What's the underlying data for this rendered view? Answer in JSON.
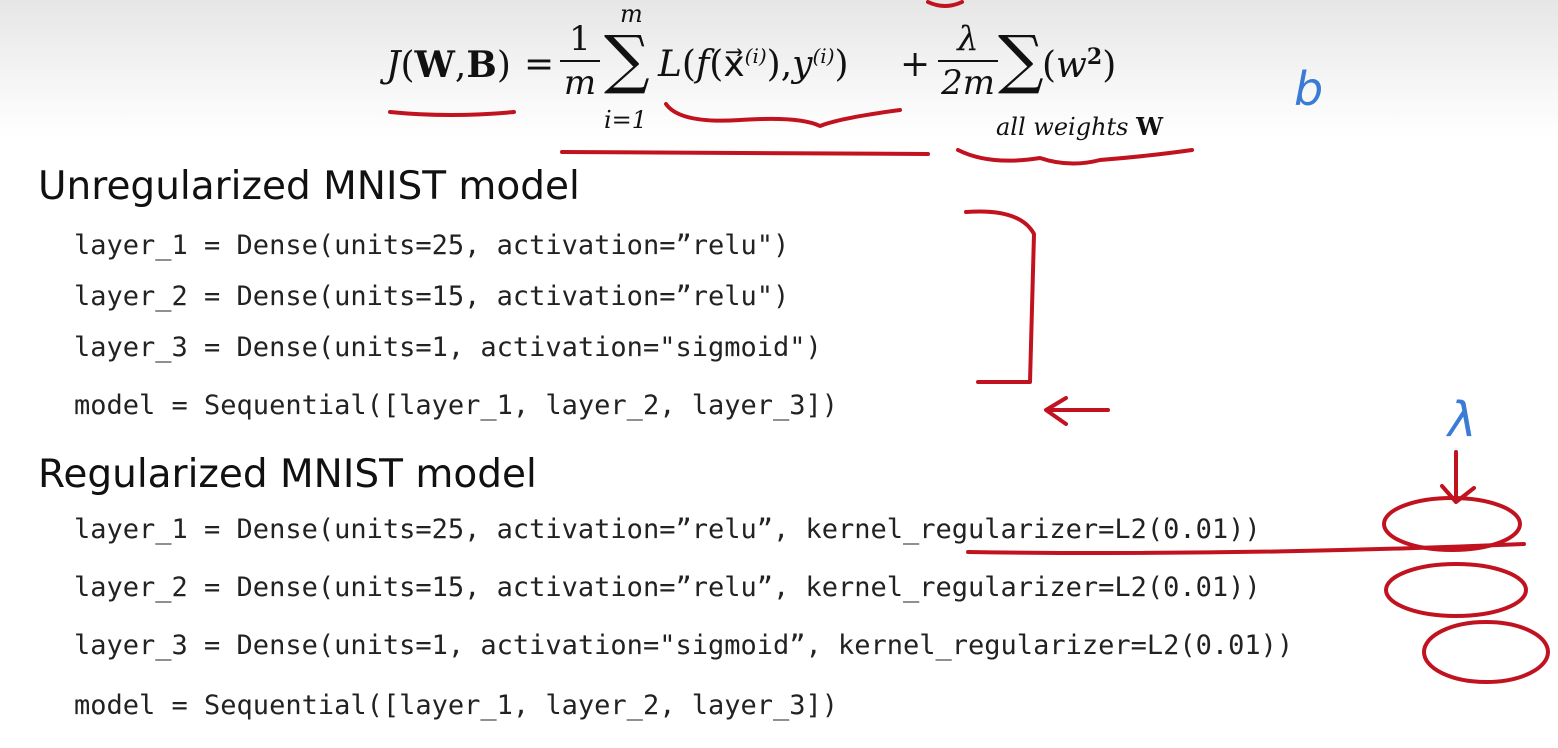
{
  "formula": {
    "lhs": "J(W,B)",
    "lhs_func": "J",
    "lhs_args_open": "(",
    "lhs_W": "W",
    "lhs_comma": ",",
    "lhs_B": "B",
    "lhs_args_close": ")",
    "equals": "=",
    "frac1_num": "1",
    "frac1_den": "m",
    "sum1_upper": "m",
    "sum1_lower": "i=1",
    "loss_term": "L(f(x⃗(i)), y(i))",
    "loss_L": "L",
    "loss_open": "(",
    "loss_f": "f",
    "loss_inner_open": "(",
    "loss_x": "x⃗",
    "loss_x_sup": "(i)",
    "loss_inner_close": ")",
    "loss_comma": ",",
    "loss_y": "y",
    "loss_y_sup": "(i)",
    "loss_close": ")",
    "plus": "+",
    "frac2_num": "λ",
    "frac2_den": "2m",
    "sum2_body_open": "(",
    "sum2_w": "w",
    "sum2_sup": "2",
    "sum2_body_close": ")",
    "sum2_lower": "all weights",
    "sum2_lower_bold": "W"
  },
  "annotations": {
    "b_note": "b",
    "lambda_note": "λ",
    "ink_color": "#c1121f",
    "note_color": "#3a7bd5"
  },
  "sections": {
    "unregularized": {
      "title": "Unregularized MNIST model",
      "lines": [
        "layer_1 = Dense(units=25, activation=”relu\")",
        "layer_2 = Dense(units=15, activation=”relu\")",
        "layer_3 = Dense(units=1, activation=\"sigmoid\")",
        "model = Sequential([layer_1, layer_2, layer_3])"
      ]
    },
    "regularized": {
      "title": "Regularized MNIST model",
      "lines": [
        "layer_1 = Dense(units=25, activation=”relu”, kernel_regularizer=L2(0.01))",
        "layer_2 = Dense(units=15, activation=”relu”, kernel_regularizer=L2(0.01))",
        "layer_3 = Dense(units=1, activation=\"sigmoid”, kernel_regularizer=L2(0.01))",
        "model = Sequential([layer_1, layer_2, layer_3])"
      ]
    }
  }
}
